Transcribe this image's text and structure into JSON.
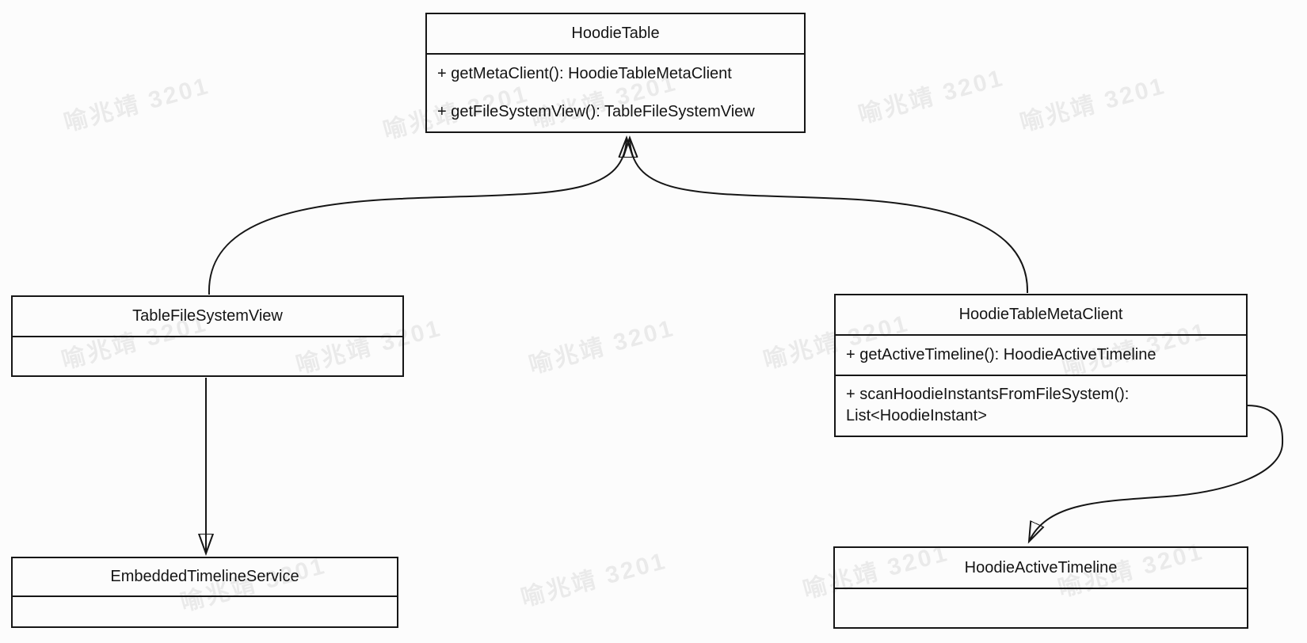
{
  "diagram": {
    "watermark": "喻兆靖 3201",
    "colors": {
      "line": "#161616",
      "background": "#fcfcfc",
      "watermark": "rgba(0,0,0,0.07)"
    },
    "classes": [
      {
        "name": "HoodieTable",
        "methods": [
          "+ getMetaClient(): HoodieTableMetaClient",
          "+ getFileSystemView(): TableFileSystemView"
        ]
      },
      {
        "name": "TableFileSystemView",
        "methods": []
      },
      {
        "name": "HoodieTableMetaClient",
        "methods": [
          "+ getActiveTimeline(): HoodieActiveTimeline",
          "+ scanHoodieInstantsFromFileSystem(): List<HoodieInstant>"
        ]
      },
      {
        "name": "EmbeddedTimelineService",
        "methods": []
      },
      {
        "name": "HoodieActiveTimeline",
        "methods": []
      }
    ],
    "relations": [
      {
        "from": "TableFileSystemView",
        "to": "HoodieTable"
      },
      {
        "from": "HoodieTableMetaClient",
        "to": "HoodieTable"
      },
      {
        "from": "TableFileSystemView",
        "to": "EmbeddedTimelineService"
      },
      {
        "from": "HoodieTableMetaClient",
        "to": "HoodieActiveTimeline"
      }
    ]
  }
}
